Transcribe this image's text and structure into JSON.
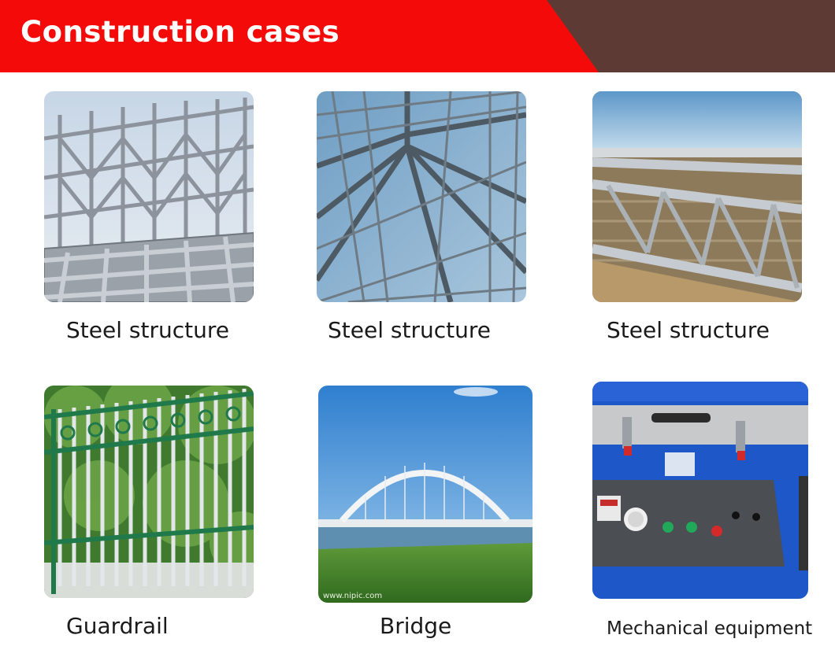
{
  "header": {
    "title": "Construction cases",
    "colors": {
      "accent": "#f50a0a",
      "dark": "#5e3a35"
    }
  },
  "cases": [
    {
      "caption": "Steel structure",
      "image": "steel-frame-photo"
    },
    {
      "caption": "Steel structure",
      "image": "steel-roof-truss-photo"
    },
    {
      "caption": "Steel structure",
      "image": "steel-beam-photo"
    },
    {
      "caption": "Guardrail",
      "image": "green-fence-photo"
    },
    {
      "caption": "Bridge",
      "image": "arch-bridge-photo",
      "watermark": "www.nipic.com"
    },
    {
      "caption": "Mechanical equipment",
      "image": "blue-machine-photo"
    }
  ]
}
